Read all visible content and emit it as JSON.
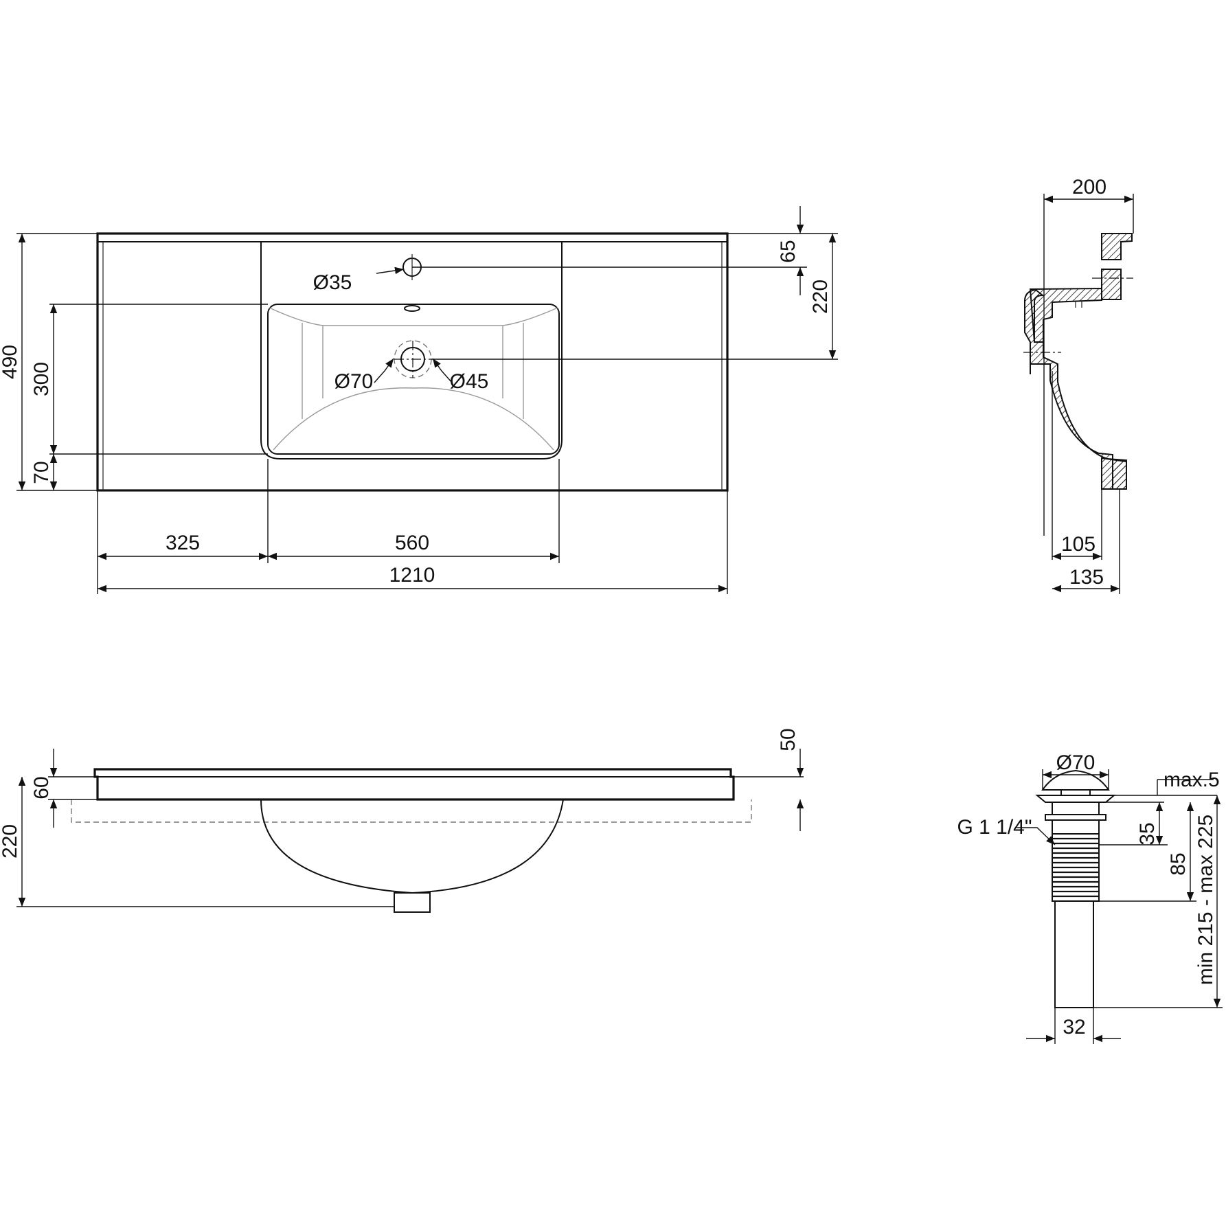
{
  "dimensions": {
    "plan": {
      "overall_depth": "490",
      "tap_hole_offset": "65",
      "drain_offset": "220",
      "bowl_depth": "300",
      "front_margin": "70",
      "left_margin": "325",
      "bowl_width": "560",
      "overall_width": "1210",
      "tap_hole_diameter": "Ø35",
      "drain_outer_diameter": "Ø70",
      "drain_inner_diameter": "Ø45"
    },
    "section": {
      "depth": "200",
      "bowl_inner_depth": "105",
      "bowl_outer_depth": "135"
    },
    "front": {
      "rim_thickness": "50",
      "rim_height": "60",
      "total_height": "220"
    },
    "drain": {
      "cap_diameter": "Ø70",
      "cap_lift": "max.5",
      "thread": "G 1 1/4\"",
      "flange_height": "35",
      "body_height": "85",
      "length_range": "min 215 - max 225",
      "tube_diameter": "32"
    }
  },
  "colors": {
    "line": "#111111",
    "hatch": "#111111",
    "background": "#ffffff"
  }
}
